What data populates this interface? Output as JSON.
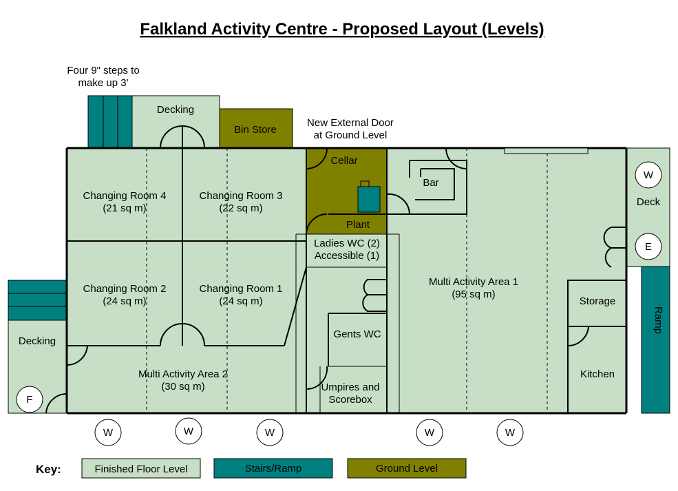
{
  "title": "Falkland Activity Centre - Proposed Layout (Levels)",
  "colors": {
    "finished_floor": "#c6dfc6",
    "stairs_ramp": "#008080",
    "ground_level": "#808000",
    "wall": "#000000"
  },
  "notes": {
    "steps_line1": "Four 9\" steps to",
    "steps_line2": "make up 3'",
    "door_line1": "New External Door",
    "door_line2": "at Ground Level"
  },
  "rooms": {
    "decking_top": "Decking",
    "bin_store": "Bin Store",
    "cellar": "Cellar",
    "plant": "Plant",
    "bar": "Bar",
    "deck": "Deck",
    "changing_room_4": {
      "name": "Changing Room 4",
      "area": "(21 sq m)"
    },
    "changing_room_3": {
      "name": "Changing Room 3",
      "area": "(22 sq m)"
    },
    "changing_room_2": {
      "name": "Changing Room 2",
      "area": "(24 sq m)"
    },
    "changing_room_1": {
      "name": "Changing Room 1",
      "area": "(24 sq m)"
    },
    "ladies_wc_1": "Ladies WC (2)",
    "ladies_wc_2": "Accessible (1)",
    "multi_activity_1": {
      "name": "Multi Activity Area 1",
      "area": "(95 sq m)"
    },
    "multi_activity_2": {
      "name": "Multi Activity Area 2",
      "area": "(30 sq m)"
    },
    "storage": "Storage",
    "ramp": "Ramp",
    "gents_wc": "Gents WC",
    "umpires_1": "Umpires and",
    "umpires_2": "Scorebox",
    "kitchen": "Kitchen",
    "decking_left": "Decking"
  },
  "markers": {
    "window": "W",
    "exit": "E",
    "fire": "F"
  },
  "key": {
    "label": "Key:",
    "finished_floor": "Finished Floor Level",
    "stairs_ramp": "Stairs/Ramp",
    "ground_level": "Ground Level"
  }
}
